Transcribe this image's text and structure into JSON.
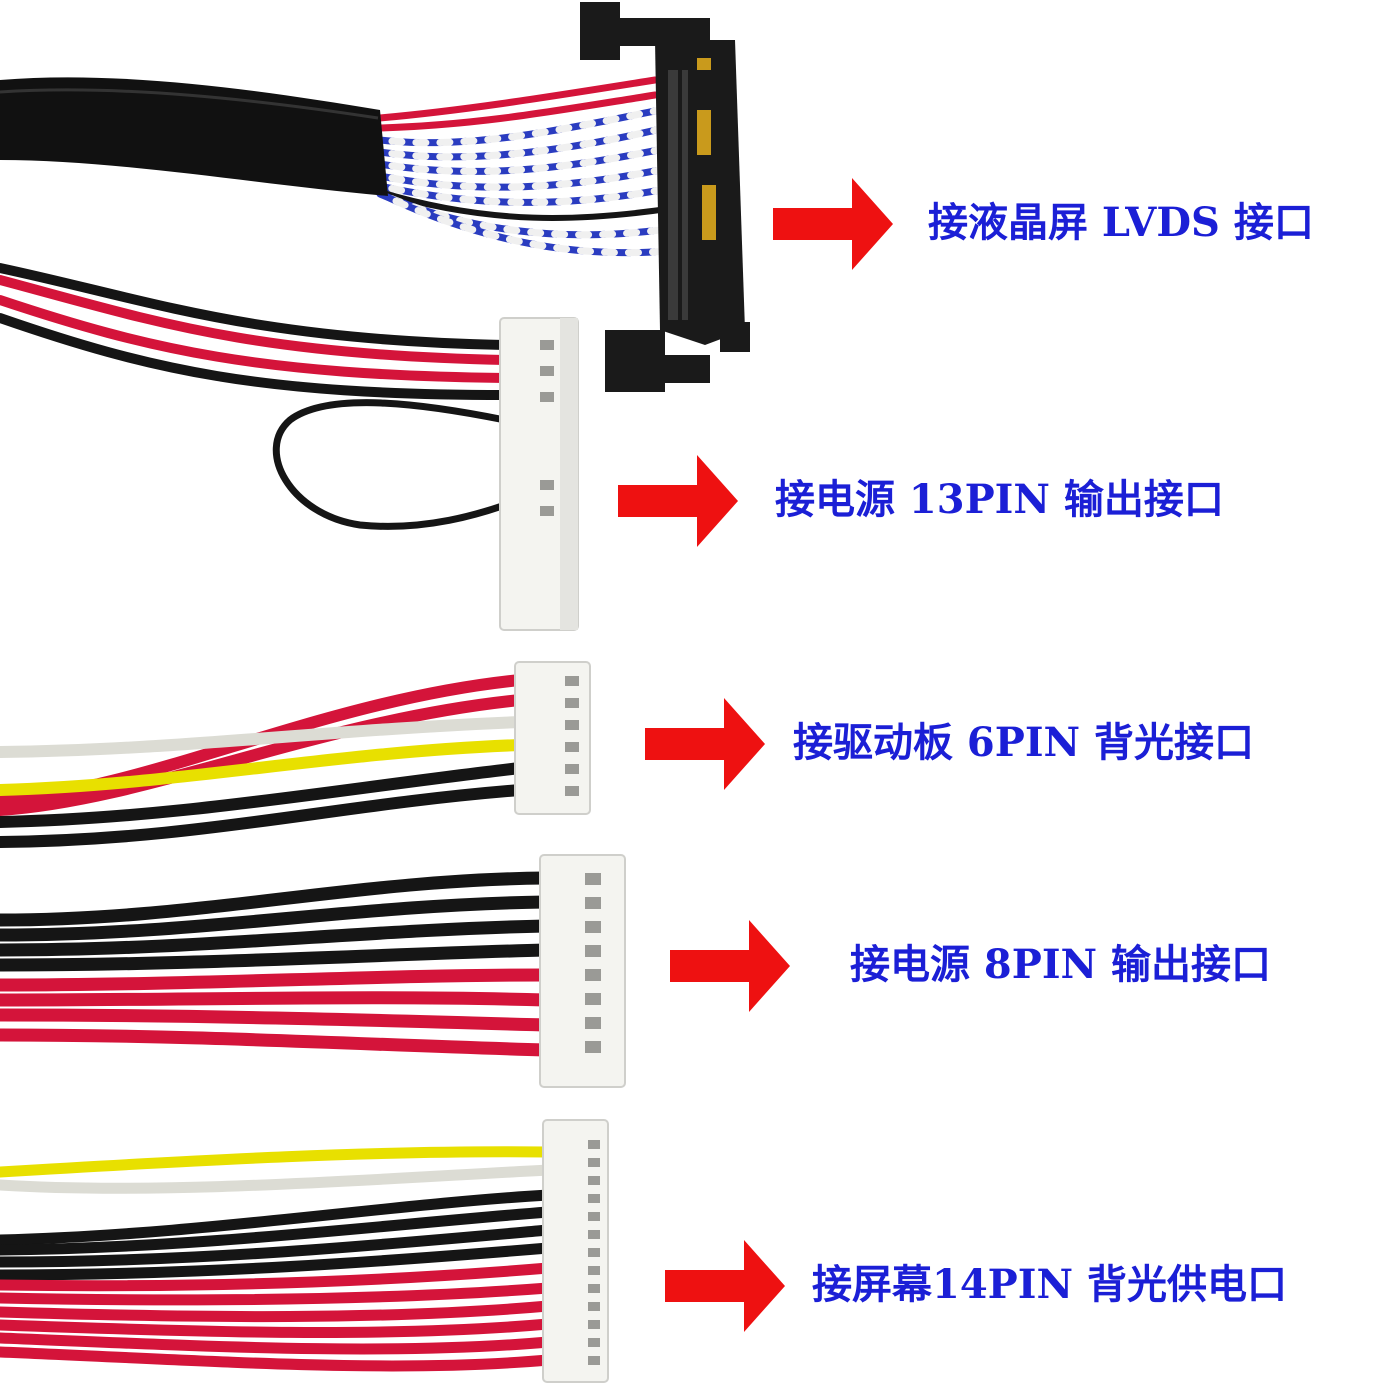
{
  "colors": {
    "label_text": "#1b1fd6",
    "arrow": "#ee1111",
    "wire_red": "#d4143a",
    "wire_black": "#151515",
    "wire_white": "#dcdcd4",
    "wire_yellow": "#e8e000",
    "wire_blue": "#2a3cc0",
    "connector_white": "#f4f4f0",
    "connector_black": "#1a1a1a",
    "sleeve": "#111111",
    "contact_gold": "#c99a1c"
  },
  "items": [
    {
      "label": "接液晶屏 LVDS 接口",
      "icon": "lvds-connector"
    },
    {
      "label": "接电源 13PIN 输出接口",
      "icon": "13pin-white-connector"
    },
    {
      "label": "接驱动板 6PIN 背光接口",
      "icon": "6pin-white-connector"
    },
    {
      "label": "接电源 8PIN 输出接口",
      "icon": "8pin-white-connector"
    },
    {
      "label": "接屏幕14PIN 背光供电口",
      "icon": "14pin-white-connector"
    }
  ]
}
